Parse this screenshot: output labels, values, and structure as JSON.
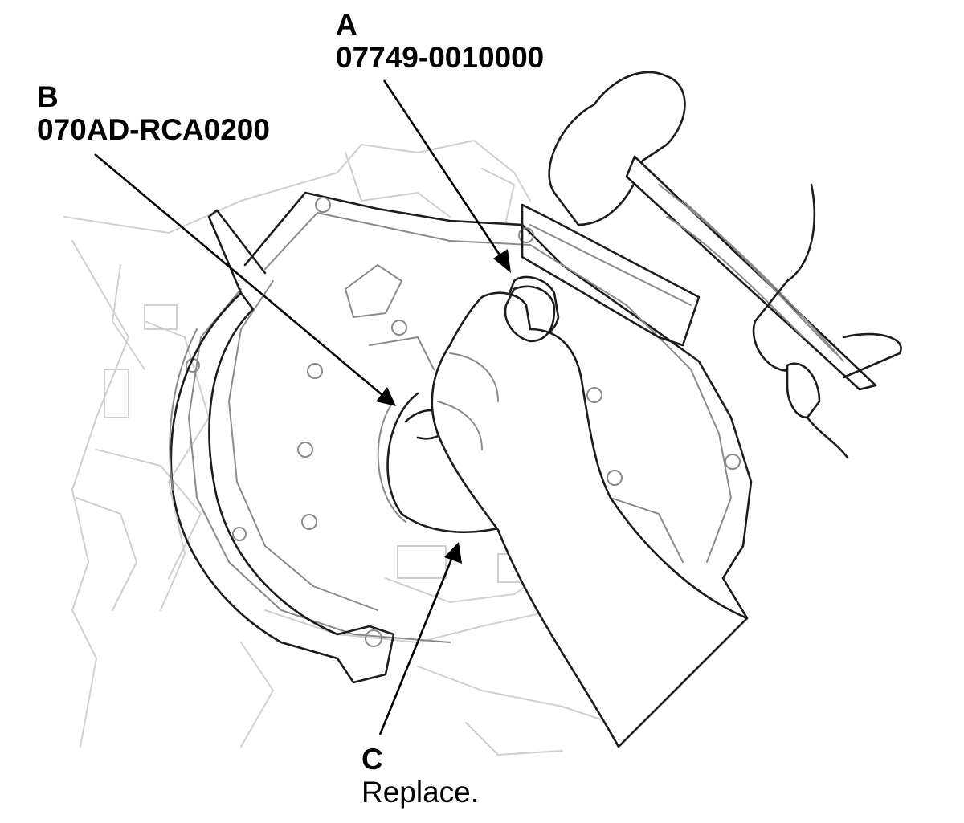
{
  "callouts": {
    "a": {
      "letter": "A",
      "part_number": "07749-0010000"
    },
    "b": {
      "letter": "B",
      "part_number": "070AD-RCA0200"
    },
    "c": {
      "letter": "C",
      "note": "Replace."
    }
  },
  "colors": {
    "background": "#ffffff",
    "line_art": "#1c1c1c",
    "background_engine": "#cfcfcf",
    "leader": "#000000"
  }
}
